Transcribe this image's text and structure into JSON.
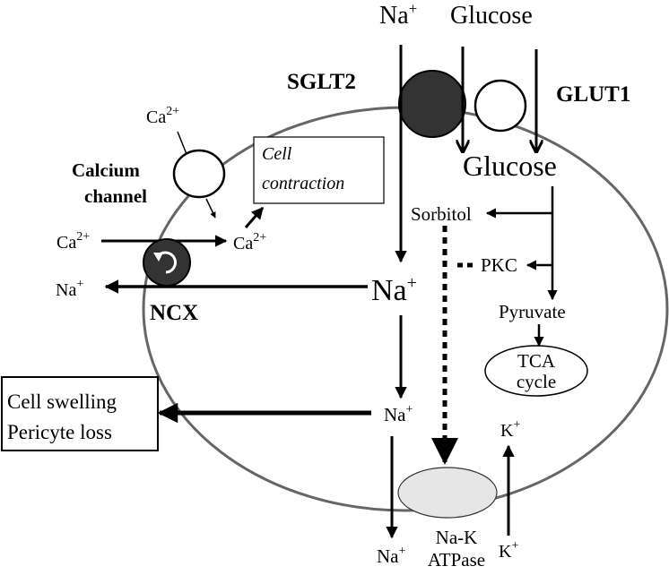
{
  "diagram": {
    "top": {
      "na": "Na",
      "na_sup": "+",
      "glucose": "Glucose"
    },
    "transporters": {
      "sglt2": "SGLT2",
      "glut1": "GLUT1"
    },
    "calcium": {
      "ca_top": "Ca",
      "ca_top_sup": "2+",
      "channel_line1": "Calcium",
      "channel_line2": "channel",
      "ca_left": "Ca",
      "ca_left_sup": "2+",
      "ca_mid": "Ca",
      "ca_mid_sup": "2+"
    },
    "contraction": {
      "line1": "Cell",
      "line2": "contraction"
    },
    "ncx": {
      "label": "NCX",
      "na_out": "Na",
      "na_out_sup": "+"
    },
    "center": {
      "na": "Na",
      "na_sup": "+",
      "na_lower": "Na",
      "na_lower_sup": "+"
    },
    "metabolism": {
      "glucose": "Glucose",
      "sorbitol": "Sorbitol",
      "pkc": "PKC",
      "pyruvate": "Pyruvate",
      "tca_line1": "TCA",
      "tca_line2": "cycle"
    },
    "outcome": {
      "line1": "Cell swelling",
      "line2": "Pericyte loss"
    },
    "pump": {
      "k_in": "K",
      "k_in_sup": "+",
      "na_out": "Na",
      "na_out_sup": "+",
      "label1": "Na-K",
      "label2": "ATPase",
      "k_out": "K",
      "k_out_sup": "+"
    },
    "colors": {
      "cell_outline": "#666666",
      "sglt2_fill": "#333333",
      "ncx_fill": "#333333",
      "pump_fill": "#e6e6e6",
      "ink": "#000000"
    }
  }
}
